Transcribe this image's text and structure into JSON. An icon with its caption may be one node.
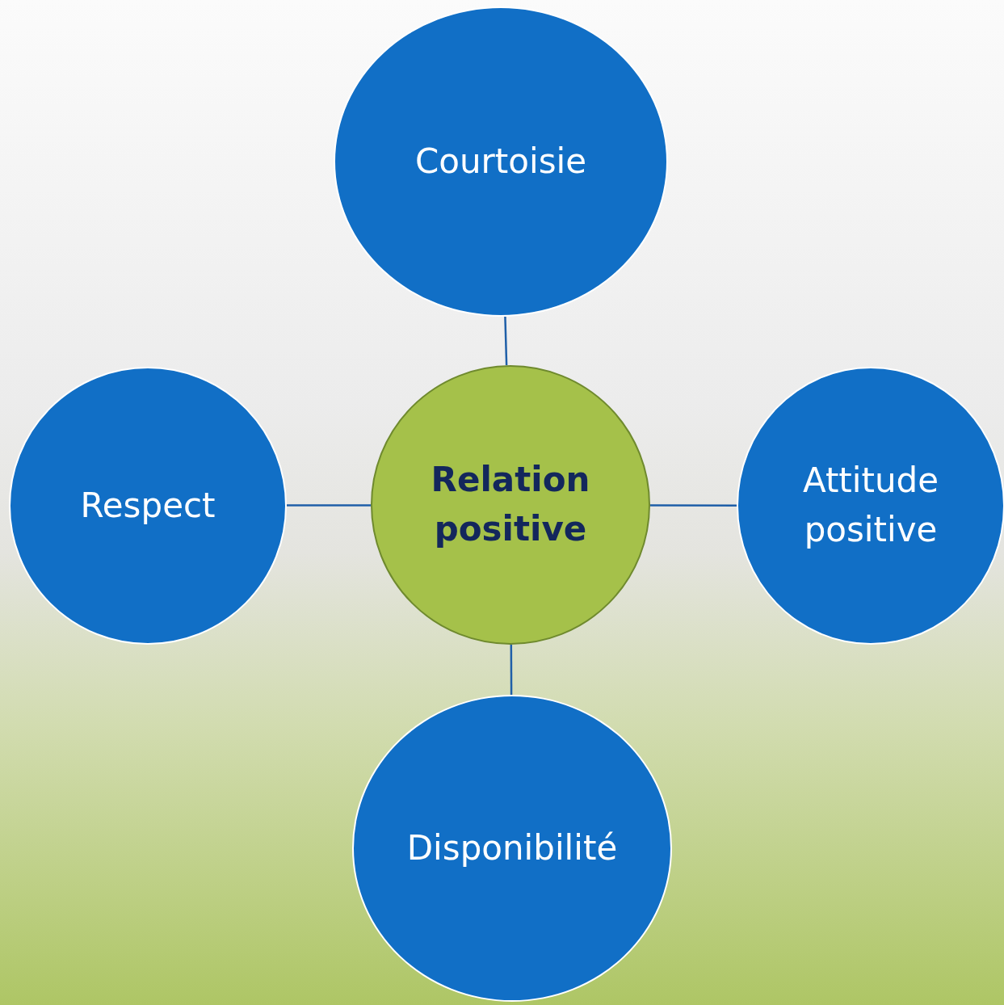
{
  "diagram": {
    "nodes": [
      {
        "text": [
          "Courtoisie"
        ]
      },
      {
        "text": [
          "Respect"
        ]
      },
      {
        "text": [
          "Relation positive"
        ]
      },
      {
        "text": [
          "Attitude positive"
        ]
      },
      {
        "text": [
          "Disponibilité"
        ]
      }
    ],
    "edges": [
      {
        "from": 2,
        "to": 0,
        "arrow": "none"
      },
      {
        "from": 2,
        "to": 1,
        "arrow": "none"
      },
      {
        "from": 2,
        "to": 3,
        "arrow": "none"
      },
      {
        "from": 2,
        "to": 4,
        "arrow": "none"
      }
    ]
  }
}
